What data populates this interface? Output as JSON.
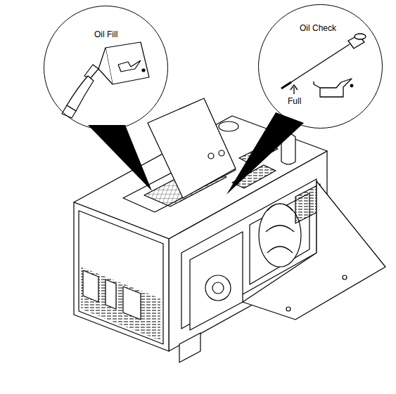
{
  "diagram": {
    "nodes": [
      {
        "text": [
          "Oil Fill"
        ]
      },
      {
        "text": [
          "Oil Check",
          "Full"
        ]
      }
    ]
  }
}
